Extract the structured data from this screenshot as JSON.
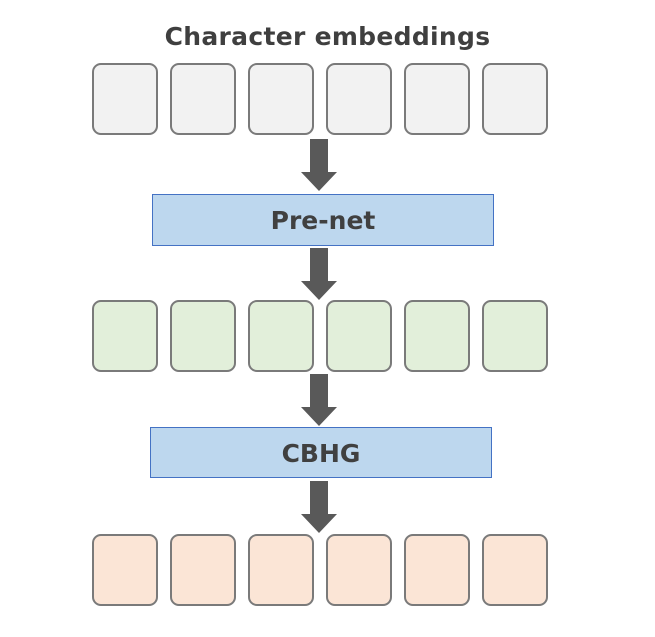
{
  "title": "Character embeddings",
  "blocks": {
    "prenet": "Pre-net",
    "cbhg": "CBHG"
  },
  "rows": {
    "input_cells": 6,
    "mid_cells": 6,
    "output_cells": 6
  },
  "colors": {
    "input_fill": "#f2f2f2",
    "mid_fill": "#e2efda",
    "output_fill": "#fbe5d6",
    "block_fill": "#bdd7ee",
    "block_border": "#4472c4",
    "arrow": "#595959"
  }
}
